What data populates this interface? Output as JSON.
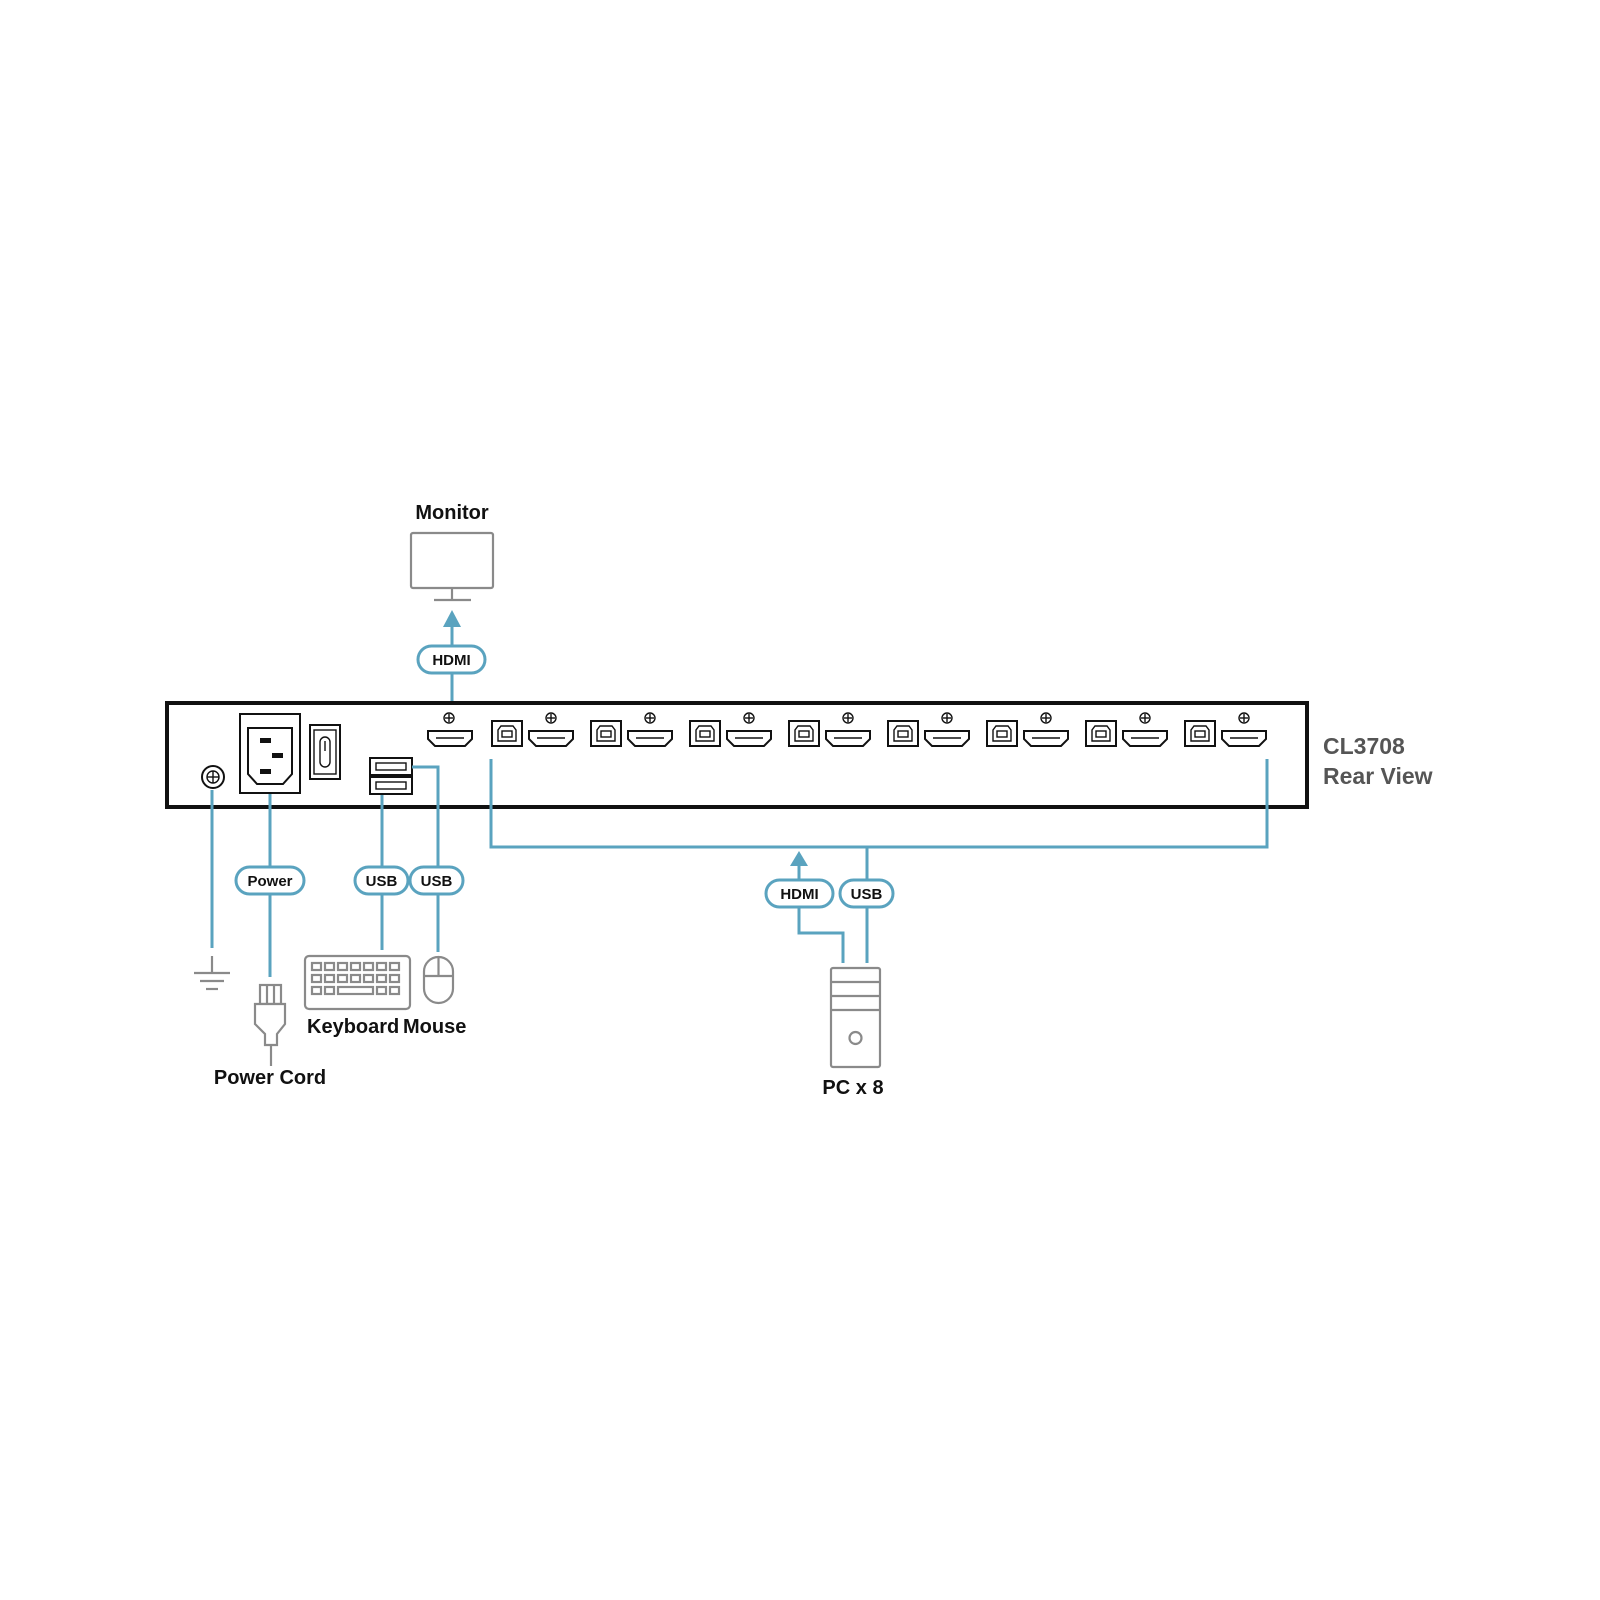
{
  "device": {
    "model": "CL3708",
    "view": "Rear View",
    "pc_port_pairs": 8
  },
  "labels": {
    "monitor": "Monitor",
    "power_cord": "Power Cord",
    "keyboard": "Keyboard",
    "mouse": "Mouse",
    "pc": "PC x 8"
  },
  "cables": {
    "monitor_hdmi": "HDMI",
    "power": "Power",
    "keyboard_usb": "USB",
    "mouse_usb": "USB",
    "pc_hdmi": "HDMI",
    "pc_usb": "USB"
  },
  "colors": {
    "cable": "#5aa3bf",
    "device_outline": "#8a8a8a",
    "chassis": "#111111",
    "model_text": "#555555"
  },
  "icons": [
    "monitor-icon",
    "ground-icon",
    "power-plug-icon",
    "keyboard-icon",
    "mouse-icon",
    "pc-tower-icon"
  ]
}
